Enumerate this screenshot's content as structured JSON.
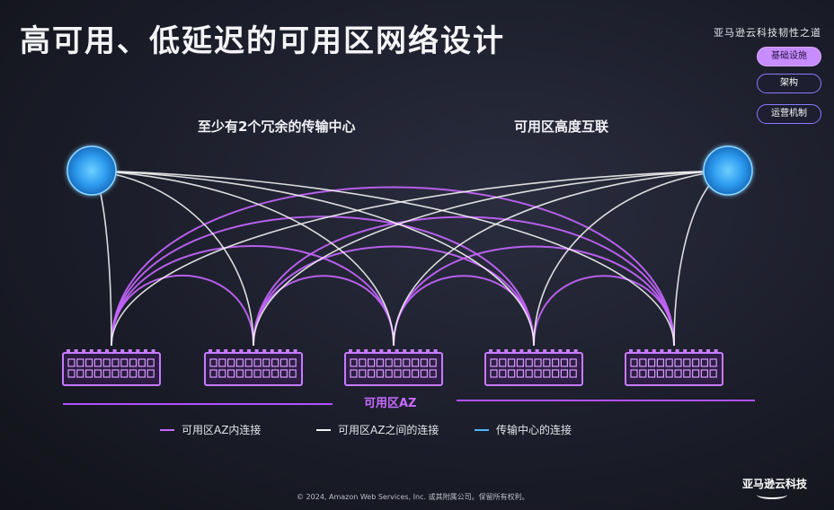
{
  "title": "高可用、低延迟的可用区网络设计",
  "sidebar": {
    "heading": "亚马逊云科技韧性之道",
    "buttons": [
      {
        "label": "基础设施",
        "active": true
      },
      {
        "label": "架构",
        "active": false
      },
      {
        "label": "运营机制",
        "active": false
      }
    ]
  },
  "diagram": {
    "left_label": "至少有2个冗余的传输中心",
    "right_label": "可用区高度互联",
    "az_label": "可用区AZ",
    "az_count": 5
  },
  "legend": [
    {
      "label": "可用区AZ内连接",
      "color": "#c766ff"
    },
    {
      "label": "可用区AZ之间的连接",
      "color": "#f2f2f2"
    },
    {
      "label": "传输中心的连接",
      "color": "#4fb3ff"
    }
  ],
  "footer": "© 2024, Amazon Web Services, Inc. 或其附属公司。保留所有权利。",
  "logo": "亚马逊云科技"
}
